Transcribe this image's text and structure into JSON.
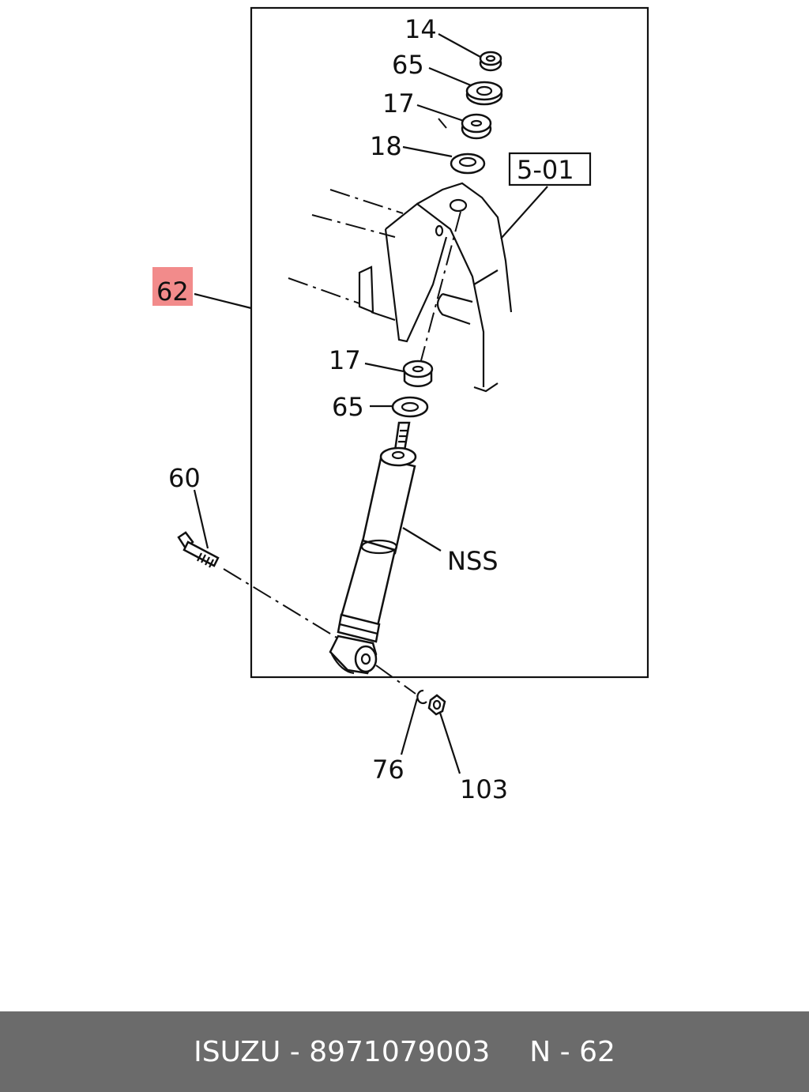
{
  "diagram": {
    "callouts": {
      "c14": "14",
      "c65_top": "65",
      "c17_top": "17",
      "c18": "18",
      "ref": "5-01",
      "c62": "62",
      "c17_mid": "17",
      "c65_mid": "65",
      "c60": "60",
      "nss": "NSS",
      "c76": "76",
      "c103": "103"
    },
    "highlight_color": "#f28b8b"
  },
  "footer": {
    "brand": "ISUZU",
    "separator": "-",
    "part_number": "8971079003",
    "page_label": "N - 62"
  }
}
